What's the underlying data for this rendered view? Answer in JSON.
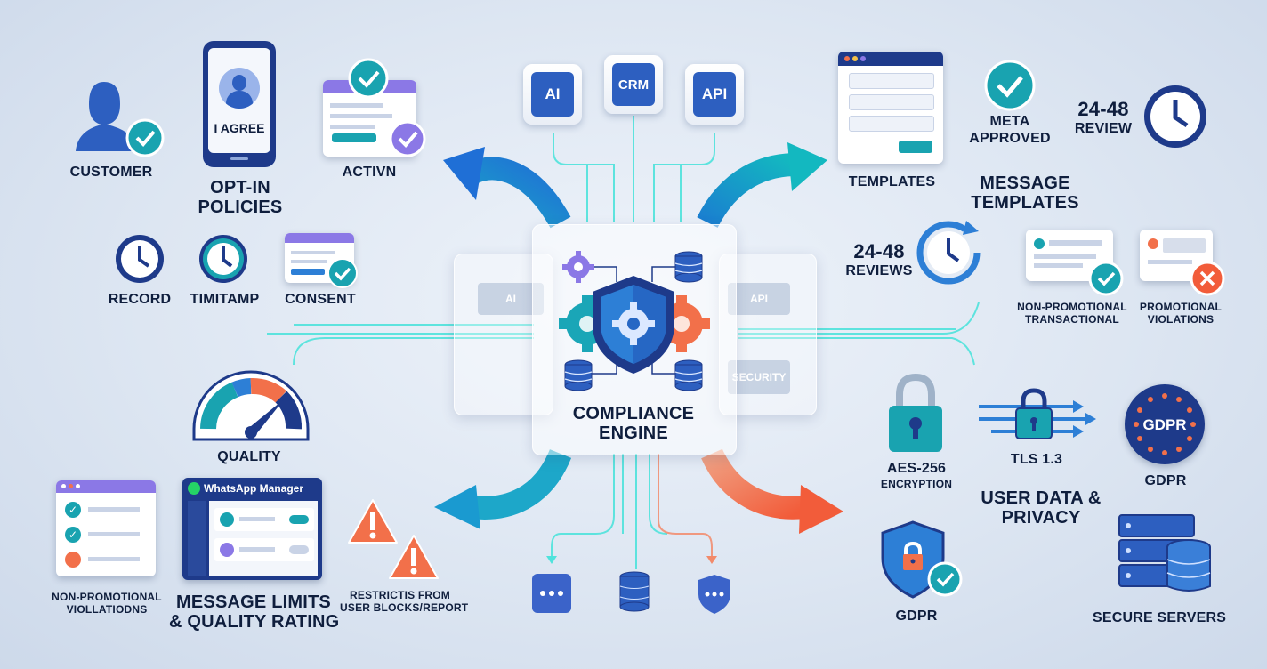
{
  "center": {
    "title_line1": "COMPLIANCE",
    "title_line2": "ENGINE",
    "left_tag": "AI",
    "right_tag_top": "API",
    "right_tag_bottom": "SECURITY"
  },
  "top_chips": [
    "AI",
    "CRM",
    "API"
  ],
  "optin": {
    "customer": "CUSTOMER",
    "phone_text": "I AGREE",
    "section_line1": "OPT-IN",
    "section_line2": "POLICIES",
    "activn": "ACTIVN",
    "record": "RECORD",
    "timestamp": "TIMITAMP",
    "consent": "CONSENT"
  },
  "templates": {
    "templates": "TEMPLATES",
    "meta_line1": "META",
    "meta_line2": "APPROVED",
    "review_num": "24-48",
    "review_label": "REVIEW",
    "section_line1": "MESSAGE",
    "section_line2": "TEMPLATES",
    "reviews_num": "24-48",
    "reviews_label": "REVIEWS",
    "nonpromo_line1": "NON-PROMOTIONAL",
    "nonpromo_line2": "TRANSACTIONAL",
    "promo_line1": "PROMOTIONAL",
    "promo_line2": "VIOLATIONS"
  },
  "quality": {
    "quality": "QUALITY",
    "whatsapp_title": "WhatsApp Manager",
    "nonpromo_line1": "NON-PROMOTIONAL",
    "nonpromo_line2": "VIOLLATIODNS",
    "section_line1": "MESSAGE LIMITS",
    "section_line2": "& QUALITY RATING",
    "restrict_line1": "RESTRICTIS FROM",
    "restrict_line2": "USER BLOCKS/REPORT"
  },
  "privacy": {
    "aes_line1": "AES-256",
    "aes_line2": "ENCRYPTION",
    "tls": "TLS 1.3",
    "gdpr_badge": "GDPR",
    "gdpr_label": "GDPR",
    "section_line1": "USER DATA &",
    "section_line2": "PRIVACY",
    "gdpr_shield": "GDPR",
    "servers": "SECURE SERVERS"
  },
  "colors": {
    "navy": "#1e3a8a",
    "blue": "#2d5fc0",
    "teal": "#1aa6b7",
    "cyan": "#3fe0d8",
    "orange": "#f2704a",
    "purple": "#8b78e6",
    "check": "#19a3b0"
  }
}
